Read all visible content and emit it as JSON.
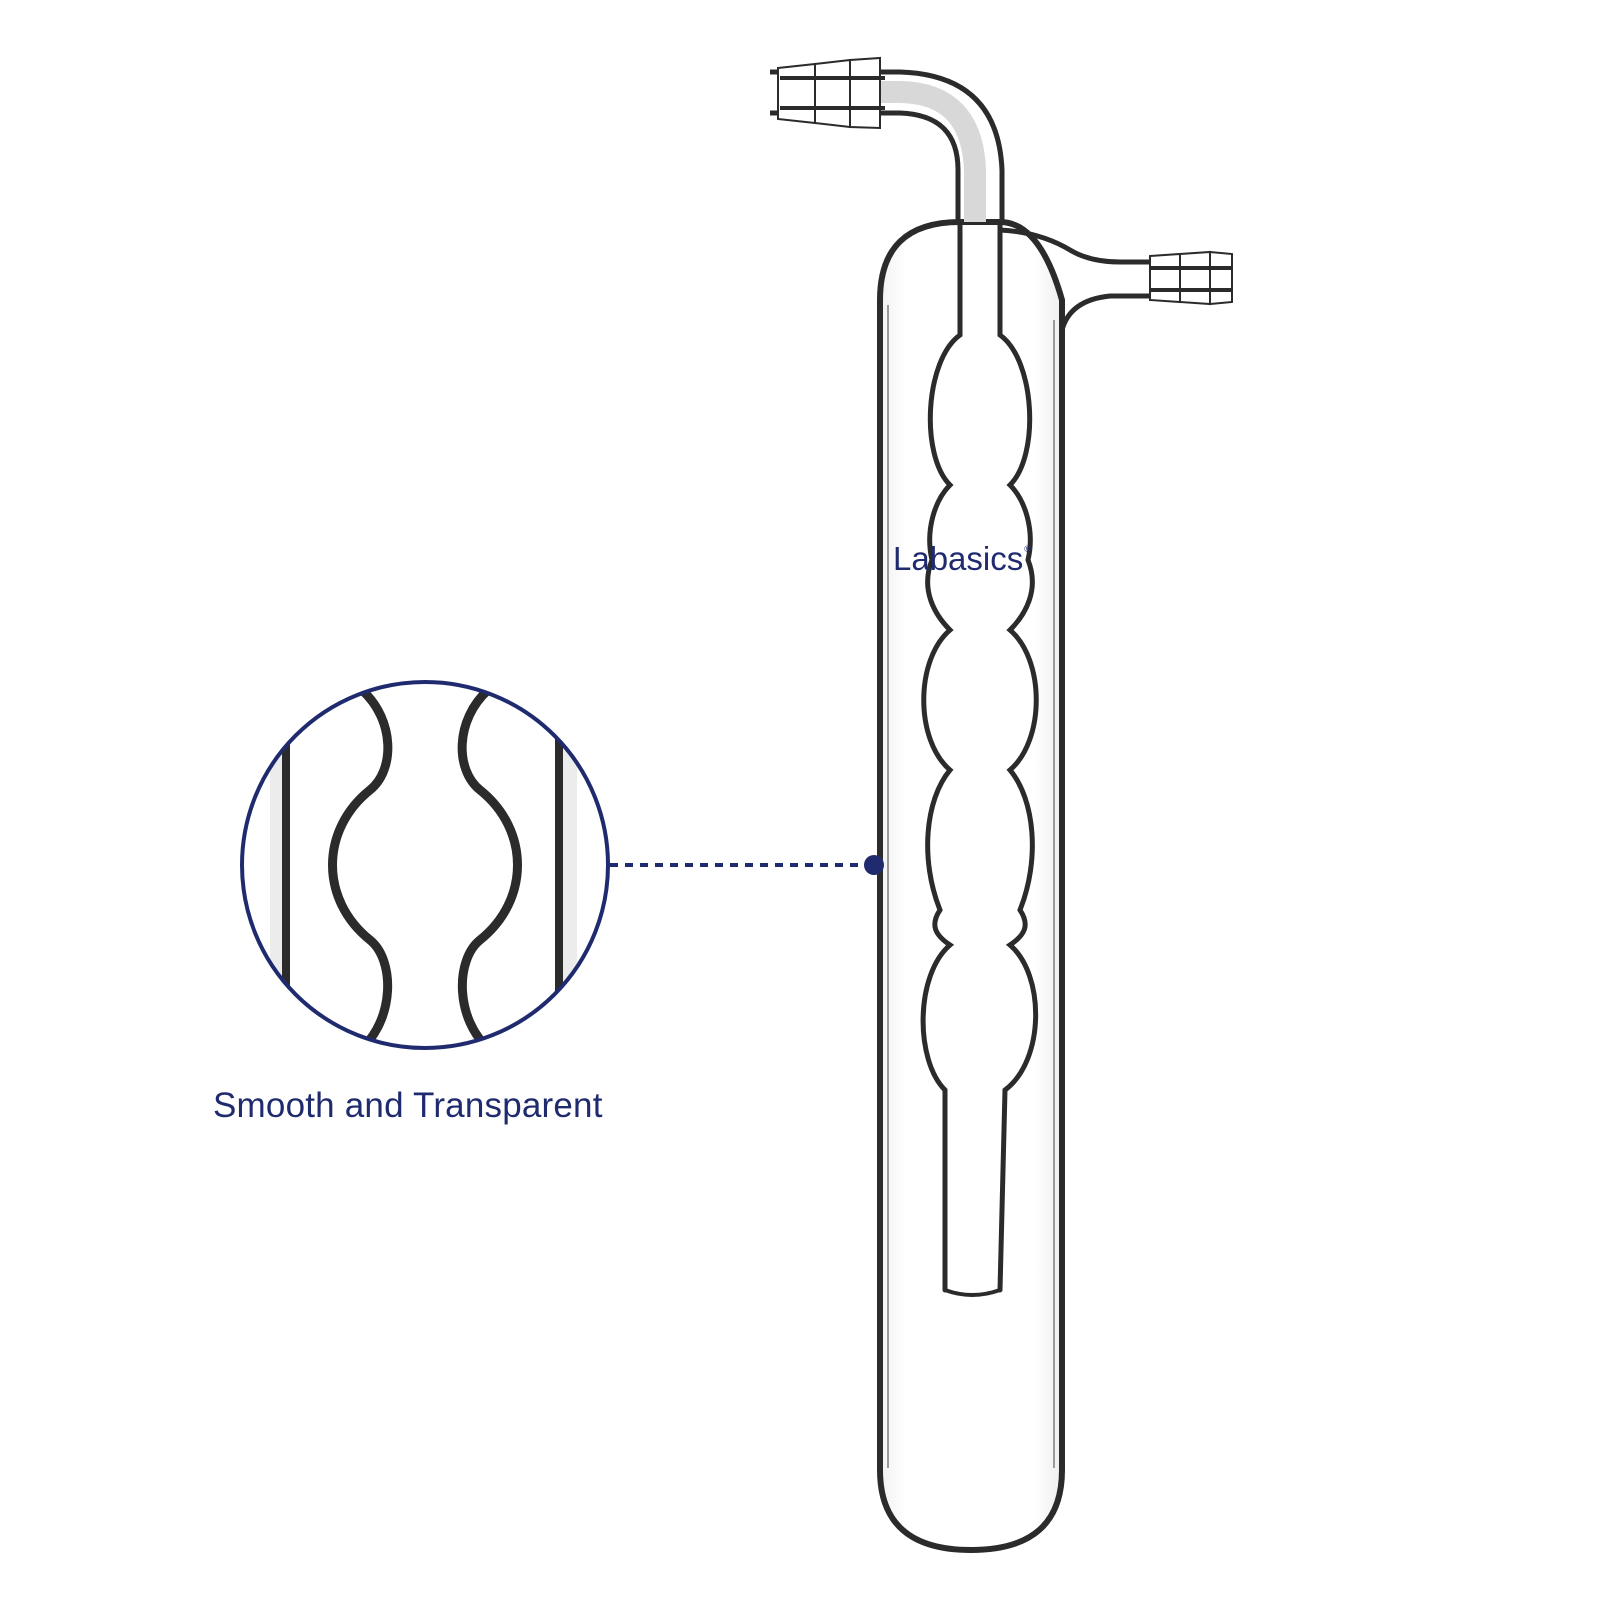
{
  "product": {
    "type": "glass gas washing bottle / bubbler tube",
    "brand": "Labasics",
    "brand_mark": "®"
  },
  "callout": {
    "caption": "Smooth and Transparent",
    "connector": "dotted-line"
  },
  "colors": {
    "accent": "#1f2b6e",
    "glass_edge": "#2b2b2b",
    "background": "#ffffff"
  }
}
